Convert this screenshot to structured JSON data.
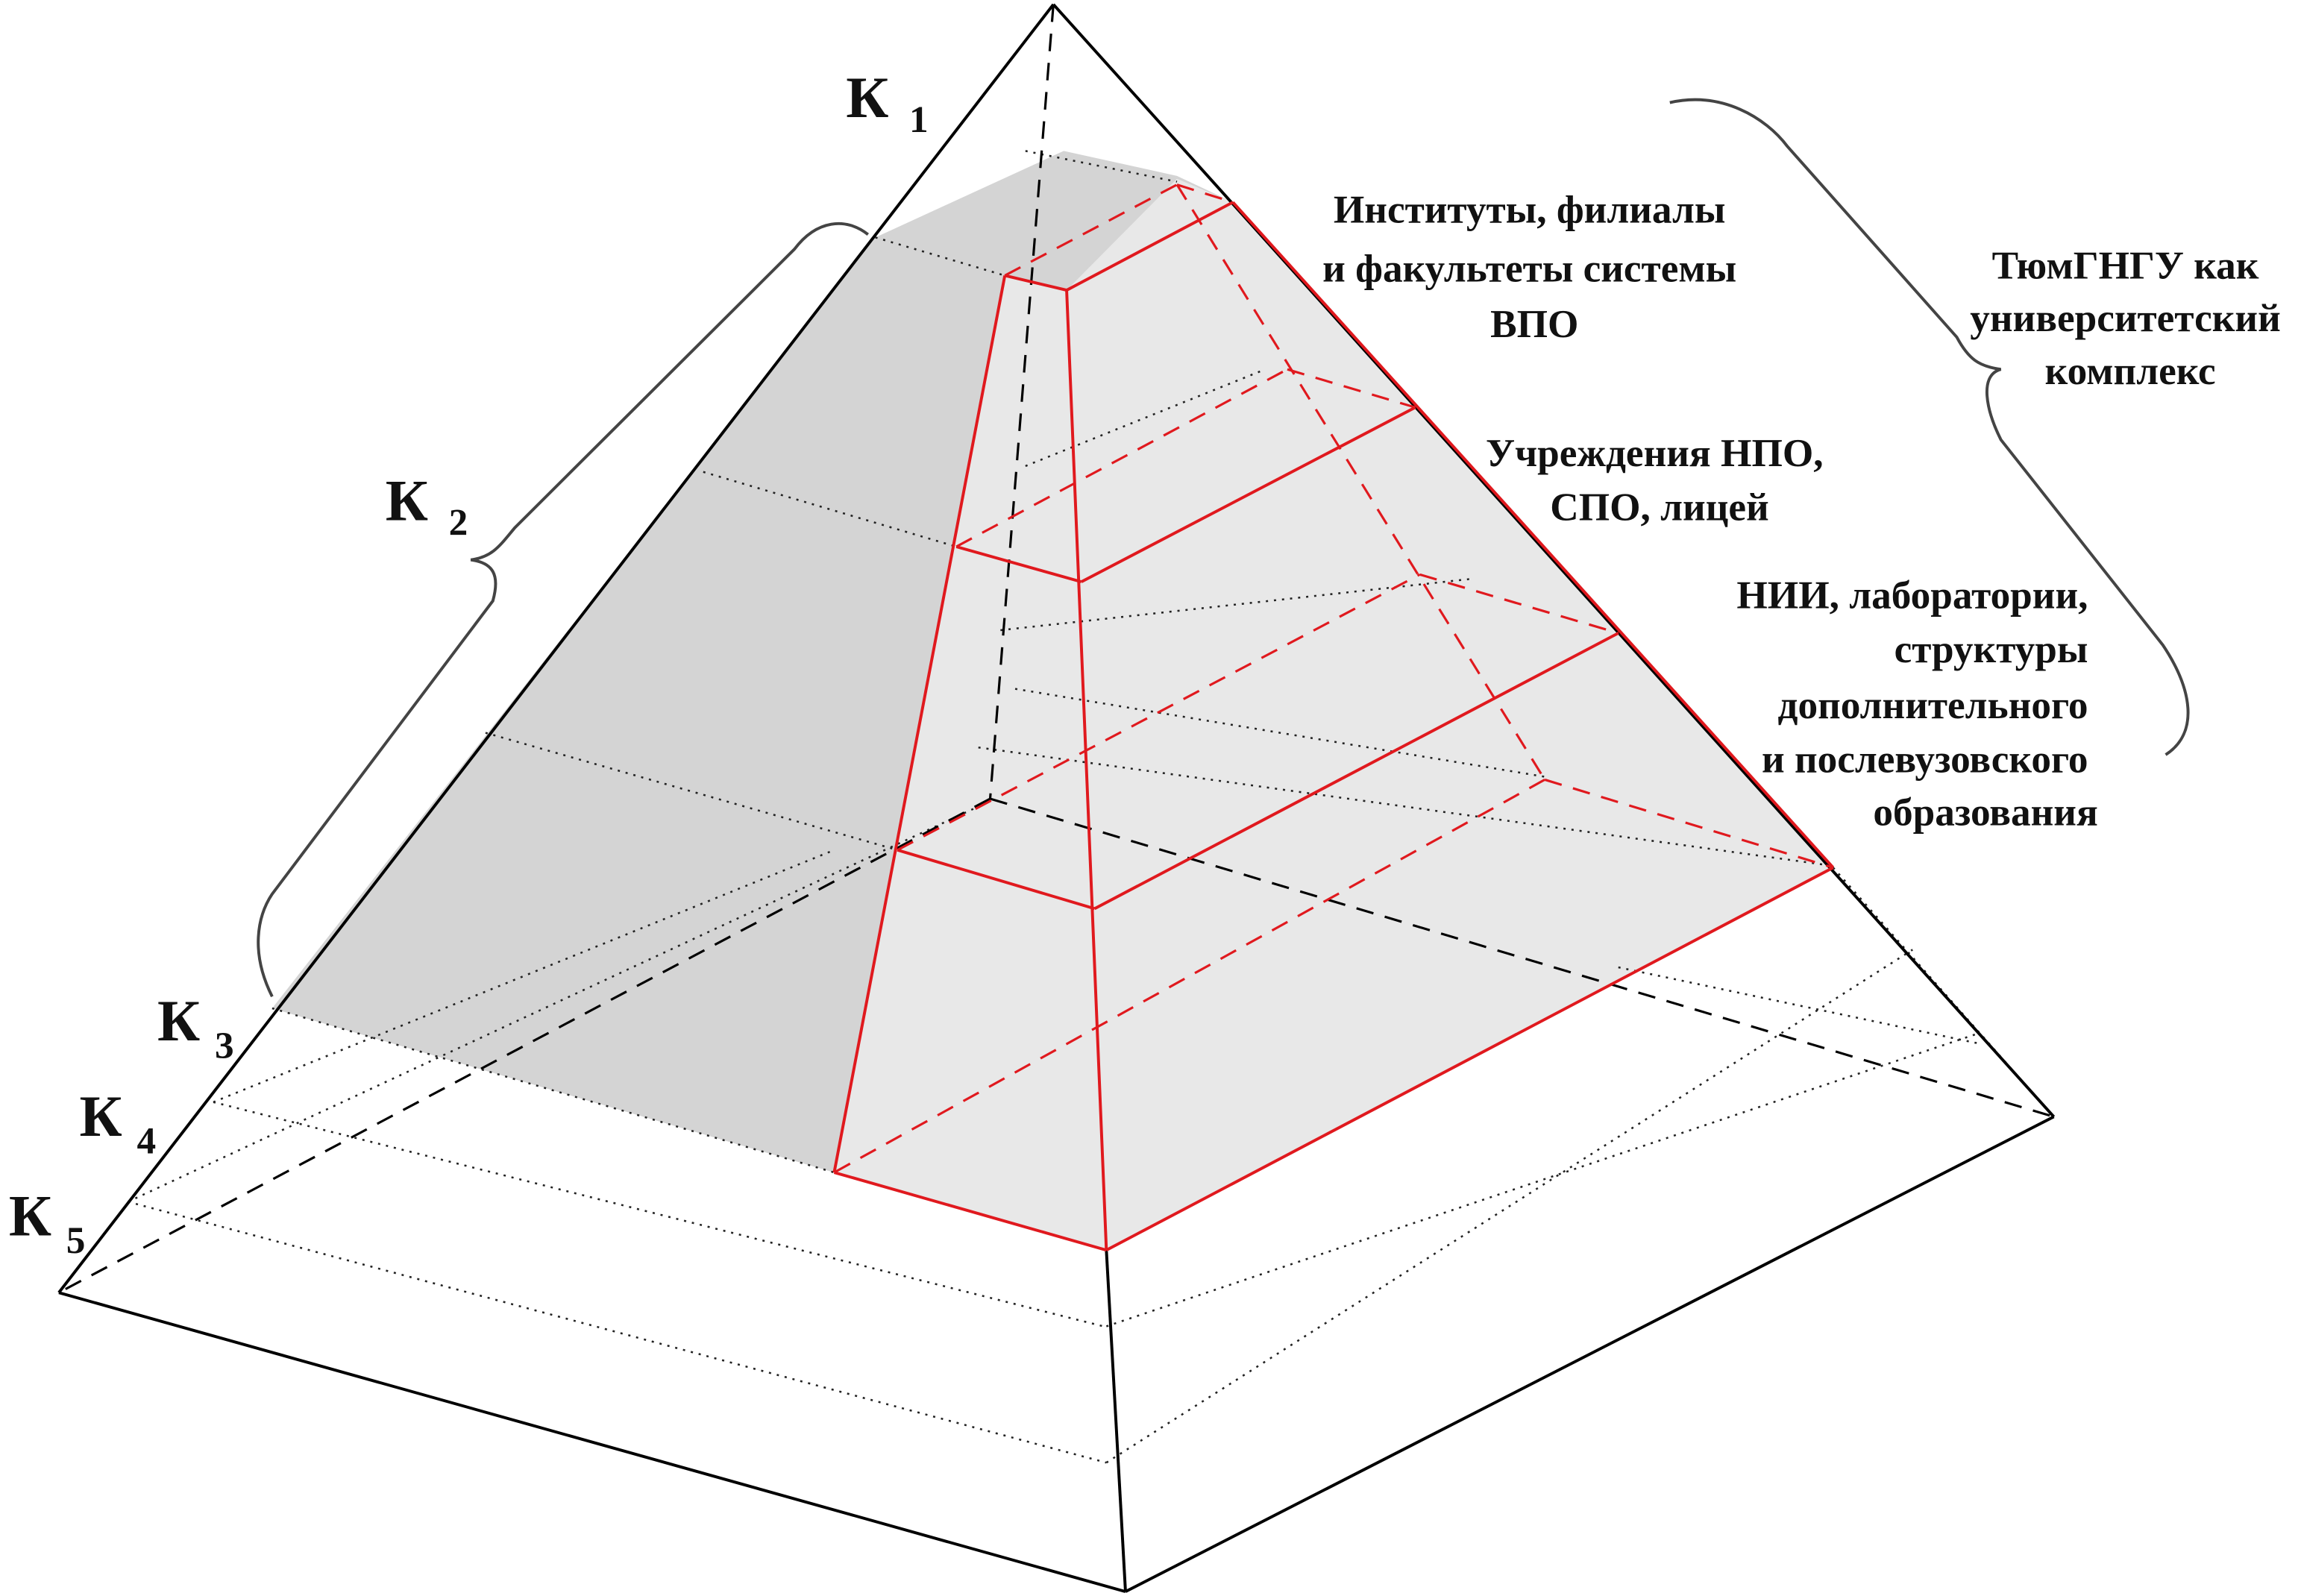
{
  "levels": {
    "k1": {
      "letter": "К",
      "sub": "1"
    },
    "k2": {
      "letter": "К",
      "sub": "2"
    },
    "k3": {
      "letter": "К",
      "sub": "3"
    },
    "k4": {
      "letter": "К",
      "sub": "4"
    },
    "k5": {
      "letter": "К",
      "sub": "5"
    }
  },
  "labels": {
    "institutes": [
      "Институты, филиалы",
      "и факультеты системы",
      "ВПО"
    ],
    "npo": [
      "Учреждения НПО,",
      "СПО, лицей"
    ],
    "nii": [
      "НИИ, лаборатории,",
      "структуры",
      "дополнительного",
      "и послевузовского",
      "образования"
    ],
    "complex": [
      "ТюмГНГУ как",
      "университетский",
      "комплекс"
    ]
  },
  "colors": {
    "outline": "#000000",
    "inner_pyramid": "#e0191e",
    "shade_dark": "#d4d4d4",
    "shade_light": "#e8e8e8"
  }
}
